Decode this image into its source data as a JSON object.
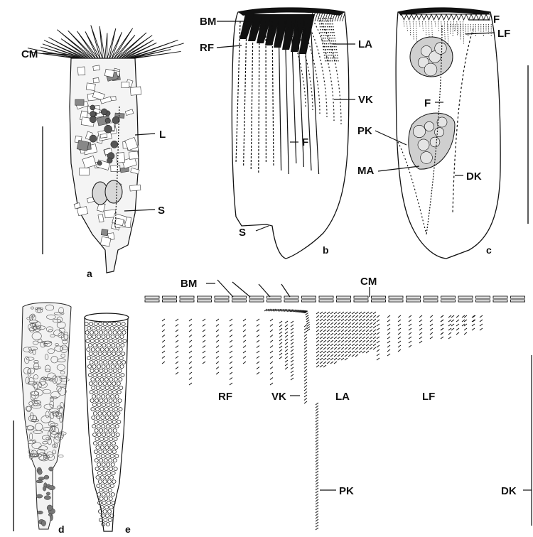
{
  "colors": {
    "ink": "#111111",
    "paper": "#ffffff",
    "macronucleus": "#cfcfcf"
  },
  "panels": {
    "a": {
      "letter": "a",
      "labels": {
        "cm": "CM",
        "l": "L",
        "s": "S"
      }
    },
    "b": {
      "letter": "b",
      "labels": {
        "bm": "BM",
        "rf": "RF",
        "la": "LA",
        "vk": "VK",
        "f": "F",
        "s": "S"
      }
    },
    "c": {
      "letter": "c",
      "labels": {
        "f_top": "F",
        "lf": "LF",
        "f_mid": "F",
        "pk": "PK",
        "ma": "MA",
        "dk": "DK"
      }
    },
    "d": {
      "letter": "d"
    },
    "e": {
      "letter": "e"
    },
    "map": {
      "labels": {
        "bm": "BM",
        "cm": "CM",
        "rf": "RF",
        "vk": "VK",
        "la": "LA",
        "lf": "LF",
        "pk": "PK",
        "dk": "DK"
      }
    }
  }
}
